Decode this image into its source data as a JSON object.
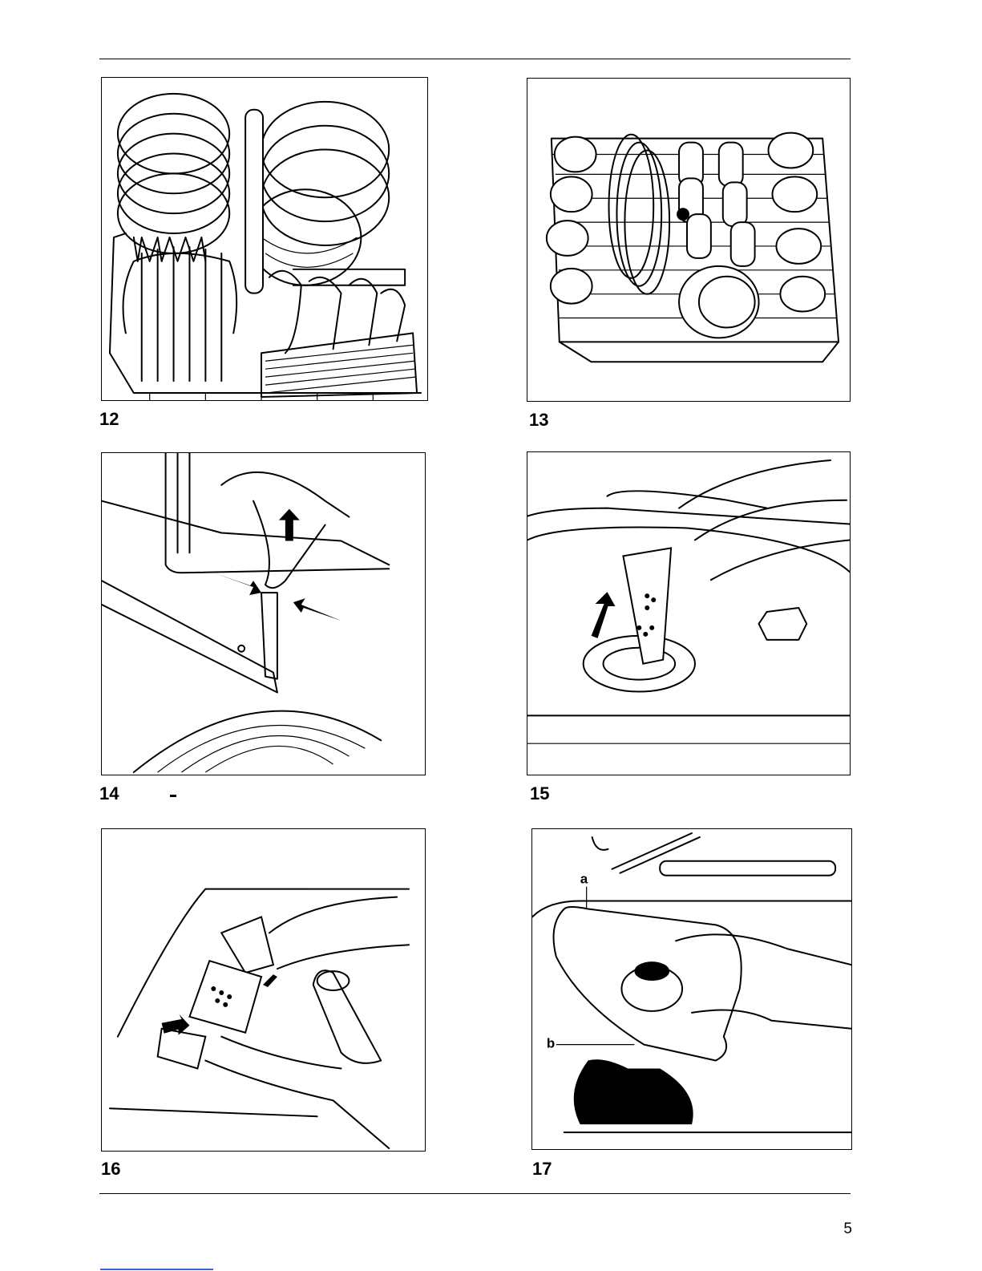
{
  "figures": [
    {
      "number": "12",
      "subject": "lower-basket-loaded"
    },
    {
      "number": "13",
      "subject": "upper-basket-loaded"
    },
    {
      "number": "14",
      "subject": "basket-height-adjustment"
    },
    {
      "number": "15",
      "subject": "remove-filter-cylinder"
    },
    {
      "number": "16",
      "subject": "separate-filter-parts"
    },
    {
      "number": "17",
      "subject": "remove-coarse-filter"
    }
  ],
  "callouts": {
    "a": "a",
    "b": "b"
  },
  "page_number": "5"
}
